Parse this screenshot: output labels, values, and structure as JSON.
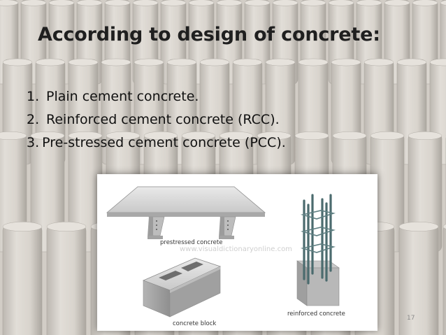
{
  "slide": {
    "title": "According to design of concrete:",
    "items": [
      {
        "number": "1.",
        "text": "Plain cement concrete."
      },
      {
        "number": "2.",
        "text": "Reinforced cement concrete (RCC)."
      },
      {
        "number": "3.",
        "text": "Pre-stressed cement concrete (PCC)."
      }
    ],
    "page_number": "17"
  },
  "figure": {
    "labels": {
      "prestressed": "prestressed concrete",
      "watermark": "www.visualdictionaryonline.com",
      "block": "concrete block",
      "reinforced": "reinforced concrete"
    }
  },
  "colors": {
    "title_text": "#1f1f1f",
    "concrete_light": "#d8d8d8",
    "concrete_dark": "#9a9a9a",
    "rebar": "#4b6b6e"
  },
  "icons": [
    "concrete-pipes-background",
    "prestressed-beam-icon",
    "concrete-block-icon",
    "reinforced-column-icon"
  ]
}
